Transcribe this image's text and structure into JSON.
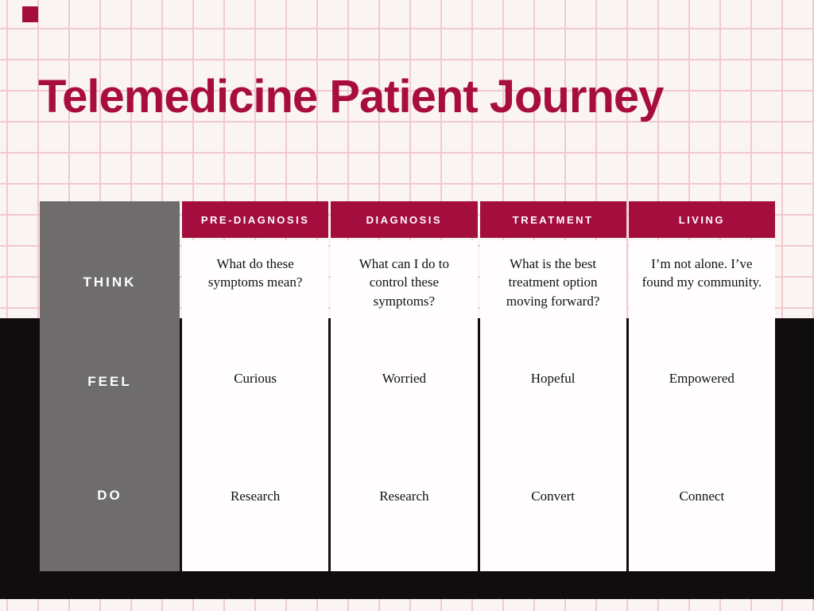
{
  "slide": {
    "title": "Telemedicine Patient Journey"
  },
  "table": {
    "row_labels": [
      "THINK",
      "FEEL",
      "DO"
    ],
    "columns": [
      {
        "header": "PRE-DIAGNOSIS",
        "think": "What do these symptoms mean?",
        "feel": "Curious",
        "do": "Research"
      },
      {
        "header": "DIAGNOSIS",
        "think": "What can I do to control these symptoms?",
        "feel": "Worried",
        "do": "Research"
      },
      {
        "header": "TREATMENT",
        "think": "What is the best treatment option moving forward?",
        "feel": "Hopeful",
        "do": "Convert"
      },
      {
        "header": "LIVING",
        "think": "I’m not alone. I’ve found my community.",
        "feel": "Empowered",
        "do": "Connect"
      }
    ]
  },
  "colors": {
    "crimson": "#a40e3f",
    "title_crimson": "#a80d40",
    "grid_line_pink": "#f1c9d0",
    "background_light": "#faf4f3",
    "sidebar_gray": "#6f6c6d",
    "panel_black": "#0f0d0e",
    "column_white": "#fffdfd"
  }
}
